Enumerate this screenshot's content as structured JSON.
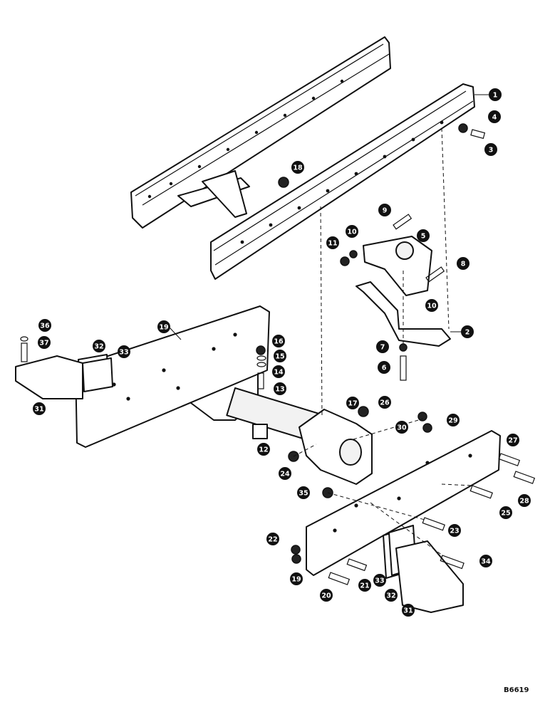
{
  "figure_code": "B6619",
  "callouts": [
    "1",
    "4",
    "3",
    "18",
    "9",
    "10",
    "11",
    "5",
    "8",
    "10",
    "2",
    "7",
    "6",
    "36",
    "37",
    "19",
    "32",
    "33",
    "31",
    "16",
    "15",
    "14",
    "13",
    "17",
    "26",
    "30",
    "29",
    "27",
    "12",
    "24",
    "28",
    "25",
    "35",
    "22",
    "23",
    "34",
    "19",
    "20",
    "21",
    "33",
    "32",
    "31"
  ]
}
